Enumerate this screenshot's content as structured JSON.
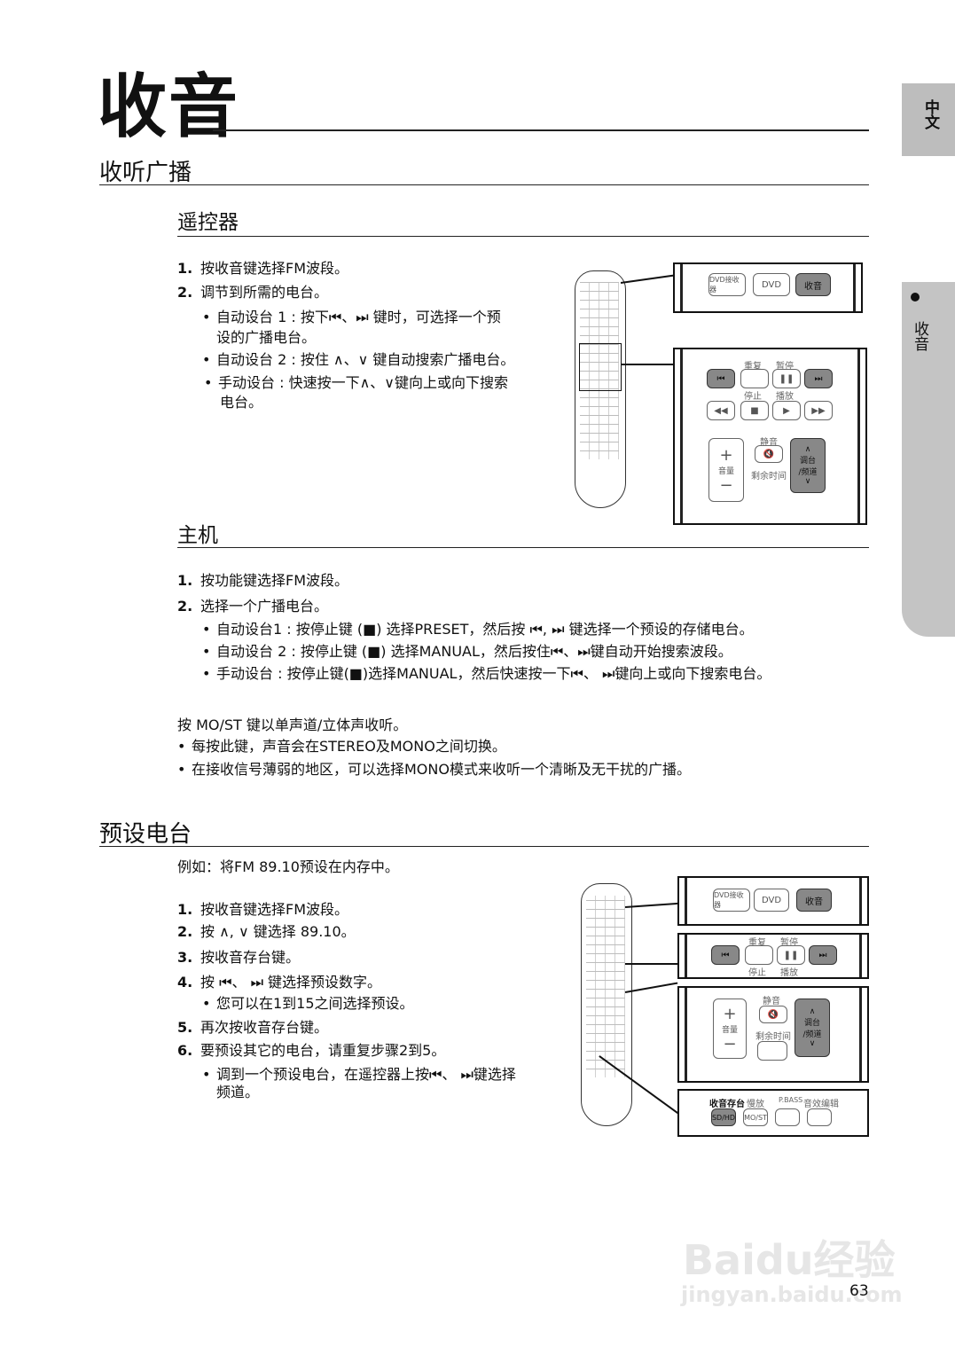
{
  "language_tab": "中文",
  "section_tab": "收音",
  "page_title": "收音",
  "sections": {
    "listen": "收听广播",
    "remote": "遥控器",
    "main_unit": "主机",
    "preset": "预设电台"
  },
  "remote_steps": {
    "s1_num": "1.",
    "s1": "按收音键选择FM波段。",
    "s2_num": "2.",
    "s2": "调节到所需的电台。",
    "b1": "自动设台 1 : 按下⏮、⏭ 键时，可选择一个预",
    "b1b": "设的广播电台。",
    "b2": "自动设台 2 : 按住 ∧、∨ 键自动搜索广播电台。",
    "b3": "手动设台 : 快速按一下∧、∨键向上或向下搜索",
    "b3b": "电台。"
  },
  "unit_steps": {
    "s1_num": "1.",
    "s1": "按功能键选择FM波段。",
    "s2_num": "2.",
    "s2": "选择一个广播电台。",
    "b1": "自动设台1 : 按停止键 (■) 选择PRESET，然后按 ⏮, ⏭ 键选择一个预设的存储电台。",
    "b2": "自动设台 2 : 按停止键 (■) 选择MANUAL，然后按住⏮、⏭键自动开始搜索波段。",
    "b3": "手动设台 : 按停止键(■)选择MANUAL，然后快速按一下⏮、 ⏭键向上或向下搜索电台。"
  },
  "mono": {
    "intro": "按 MO/ST 键以单声道/立体声收听。",
    "b1": "每按此键，声音会在STEREO及MONO之间切换。",
    "b2": "在接收信号薄弱的地区，可以选择MONO模式来收听一个清晰及无干扰的广播。"
  },
  "preset_steps": {
    "example": "例如：将FM 89.10预设在内存中。",
    "s1_num": "1.",
    "s1": "按收音键选择FM波段。",
    "s2_num": "2.",
    "s2": "按 ∧, ∨ 键选择 89.10。",
    "s3_num": "3.",
    "s3": "按收音存台键。",
    "s4_num": "4.",
    "s4": "按 ⏮、 ⏭ 键选择预设数字。",
    "s4b": "您可以在1到15之间选择预设。",
    "s5_num": "5.",
    "s5": "再次按收音存台键。",
    "s6_num": "6.",
    "s6": "要预设其它的电台，请重复步骤2到5。",
    "s6b": "调到一个预设电台，在遥控器上按⏮、 ⏭键选择",
    "s6c": "频道。"
  },
  "callouts": {
    "dvd_receiver": "DVD接收器",
    "dvd": "DVD",
    "tuner": "收音",
    "repeat": "重复",
    "pause": "暂停",
    "stop": "停止",
    "play": "播放",
    "mute": "静音",
    "volume": "音量",
    "remain": "剩余时间",
    "tuning": "调台",
    "channel": "/频道",
    "tuner_memory": "收音存台",
    "slow": "慢放",
    "pbass": "P.BASS",
    "sound_edit": "音效编辑",
    "sd_hd": "SD/HD",
    "most": "MO/ST"
  },
  "page_number": "63",
  "watermark": {
    "logo": "Baidu经验",
    "url": "jingyan.baidu.com"
  }
}
